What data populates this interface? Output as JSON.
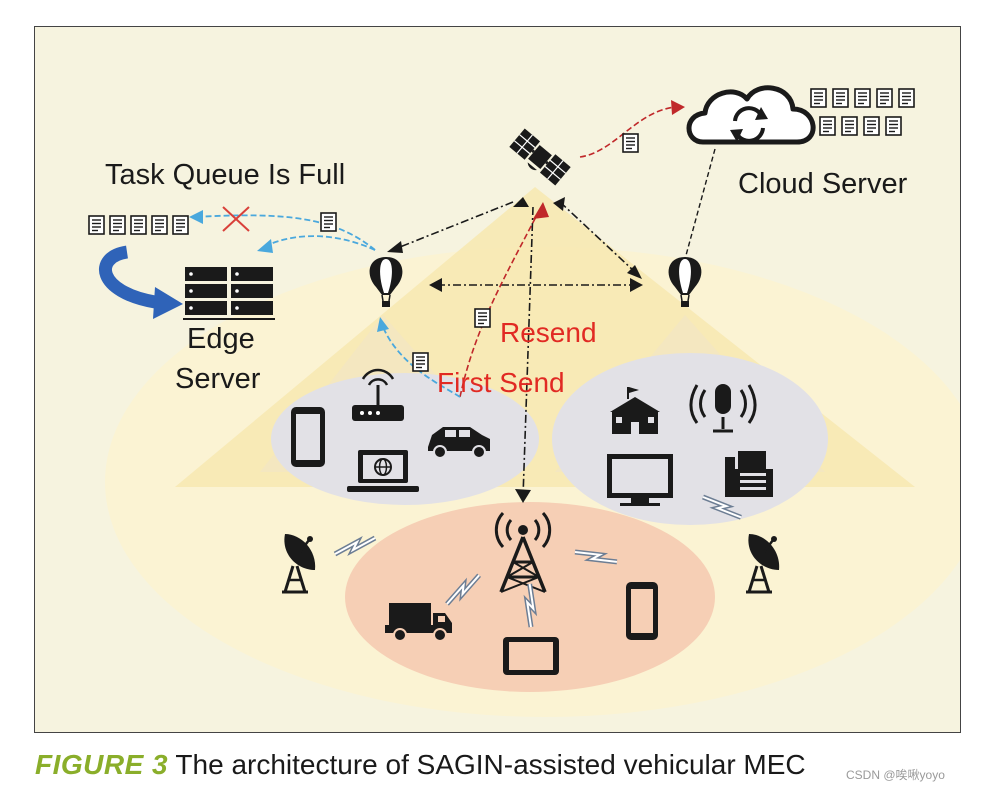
{
  "labels": {
    "task_queue": "Task Queue Is Full",
    "cloud_server": "Cloud Server",
    "edge_line1": "Edge",
    "edge_line2": "Server",
    "resend": "Resend",
    "first_send": "First Send"
  },
  "caption": {
    "prefix": "FIGURE 3",
    "text": " The architecture of SAGIN-assisted vehicular MEC"
  },
  "watermark": "CSDN @唉啾yoyo",
  "colors": {
    "background": "#f6f3df",
    "cone": "#f7e7b0",
    "ground_ellipse": "#fbf3d3",
    "coverage_gray": "#e2e1e6",
    "coverage_peach": "#f6cfb5",
    "dark_icon": "#1a1a1a",
    "arrow_red": "#c0282a",
    "arrow_blue": "#4aa8dd",
    "queue_arrow_blue": "#2f63b8",
    "label_red": "#e12a23",
    "caption_green": "#8aae2a"
  },
  "icons": {
    "satellite": "satellite-icon",
    "cloud": "cloud-sync-icon",
    "balloon": "balloon-icon",
    "server": "server-rack-icon",
    "task": "task-document-icon",
    "phone": "smartphone-icon",
    "router": "wifi-router-icon",
    "car": "car-icon",
    "laptop": "laptop-icon",
    "school": "school-building-icon",
    "microphone": "microphone-icon",
    "monitor": "monitor-icon",
    "printer": "printer-icon",
    "dish": "satellite-dish-icon",
    "tower": "cell-tower-icon",
    "truck": "truck-icon",
    "tablet": "tablet-icon",
    "lightning": "wireless-link-icon"
  }
}
